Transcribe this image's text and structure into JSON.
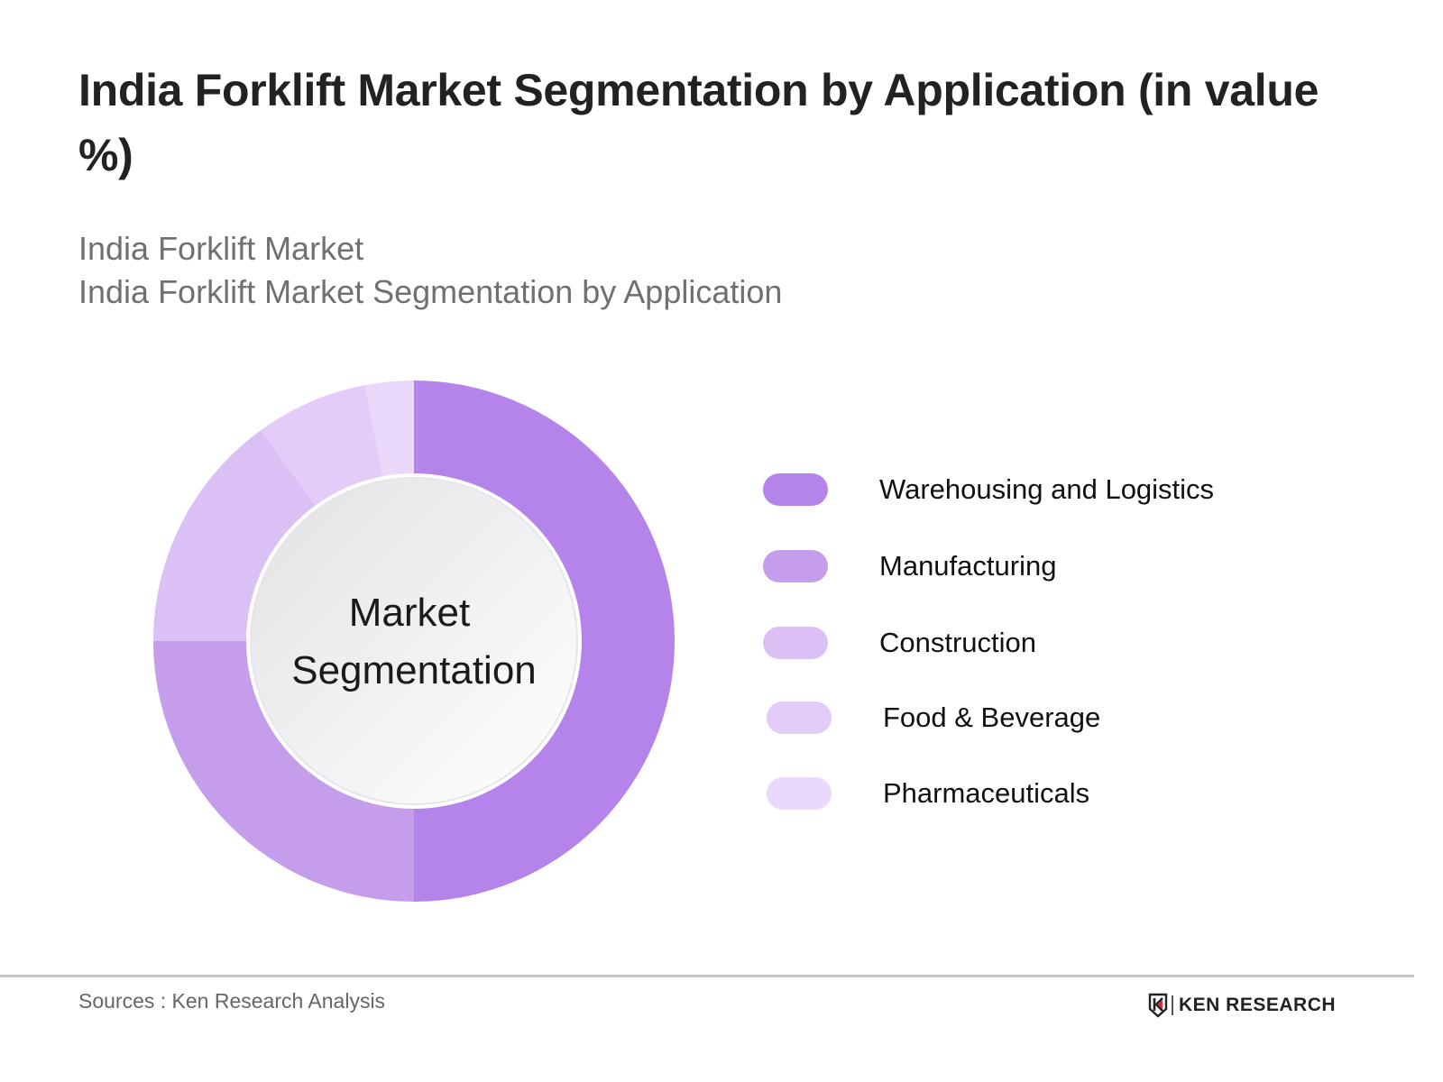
{
  "header": {
    "title": "India Forklift Market Segmentation by Application (in value %)",
    "subtitle_line1": "India Forklift Market",
    "subtitle_line2": "India Forklift Market Segmentation by Application"
  },
  "chart_data": {
    "type": "pie",
    "variant": "donut",
    "title": "India Forklift Market Segmentation by Application (in value %)",
    "center_label": [
      "Market",
      "Segmentation"
    ],
    "categories": [
      "Warehousing and Logistics",
      "Manufacturing",
      "Construction",
      "Food & Beverage",
      "Pharmaceuticals"
    ],
    "values": [
      50,
      25,
      15,
      7,
      3
    ],
    "unit": "%",
    "colors": [
      "#B584EA",
      "#C49DEB",
      "#DBC0F5",
      "#E3CCF7",
      "#EAD9FA"
    ],
    "start_angle_deg": 0,
    "direction": "clockwise",
    "legend_position": "right",
    "data_labels_shown": false
  },
  "legend": {
    "items": [
      {
        "label": "Warehousing and Logistics",
        "color": "#B584EA"
      },
      {
        "label": "Manufacturing",
        "color": "#C49DEB"
      },
      {
        "label": "Construction",
        "color": "#DBC0F5"
      },
      {
        "label": "Food & Beverage",
        "color": "#E3CCF7"
      },
      {
        "label": "Pharmaceuticals",
        "color": "#EAD9FA"
      }
    ]
  },
  "center": {
    "line1": "Market",
    "line2": "Segmentation"
  },
  "footer": {
    "source": "Sources : Ken Research Analysis",
    "logo_text": "KEN RESEARCH",
    "logo_icon": "shield-k-icon",
    "logo_accent": "#D0303A"
  }
}
